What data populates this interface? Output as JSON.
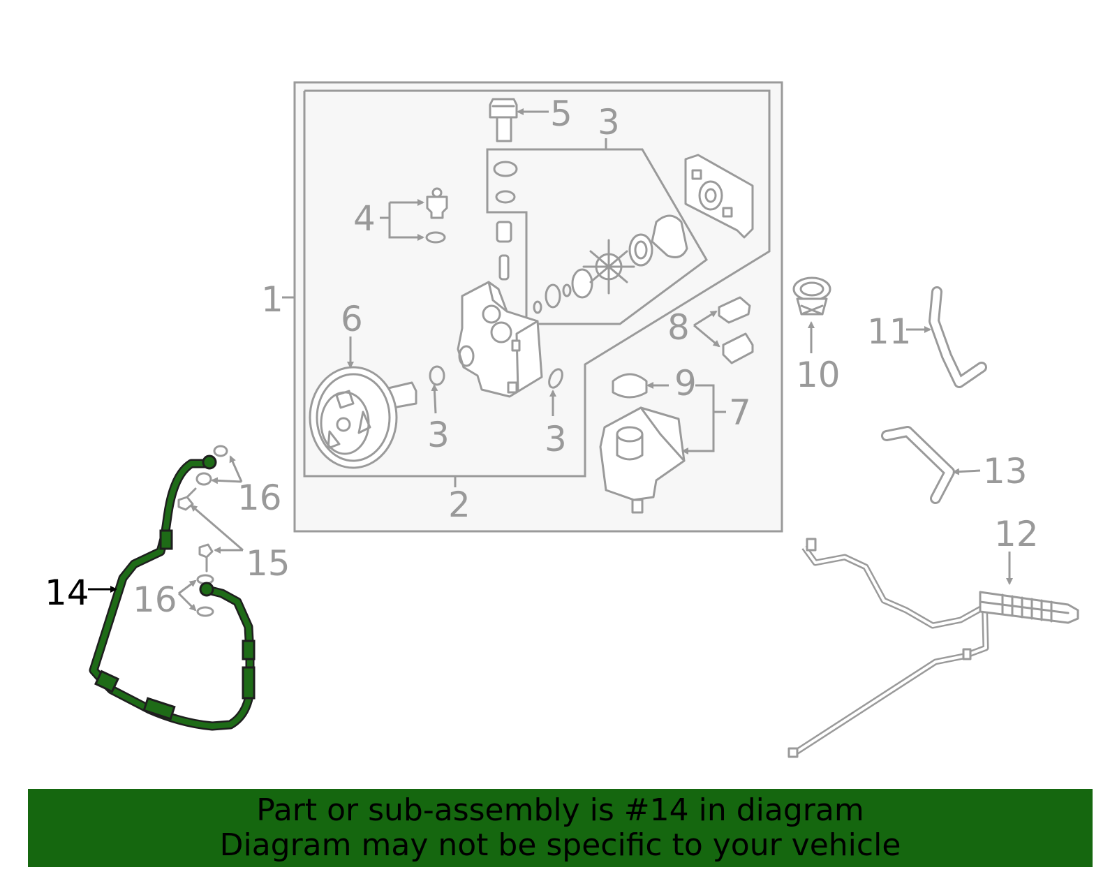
{
  "colors": {
    "highlight": "#1e6b17",
    "banner_bg": "#15670f",
    "part_gray": "#9a9a9a",
    "box_fill": "#f7f7f7"
  },
  "callouts": {
    "c1": "1",
    "c2": "2",
    "c3a": "3",
    "c3b": "3",
    "c3c": "3",
    "c4": "4",
    "c5": "5",
    "c6": "6",
    "c7": "7",
    "c8": "8",
    "c9": "9",
    "c10": "10",
    "c11": "11",
    "c12": "12",
    "c13": "13",
    "c14": "14",
    "c15": "15",
    "c16a": "16",
    "c16b": "16"
  },
  "highlighted_part": "14",
  "banner": {
    "line1": "Part or sub-assembly is #14 in diagram",
    "line2": "Diagram may not be specific to your vehicle"
  }
}
